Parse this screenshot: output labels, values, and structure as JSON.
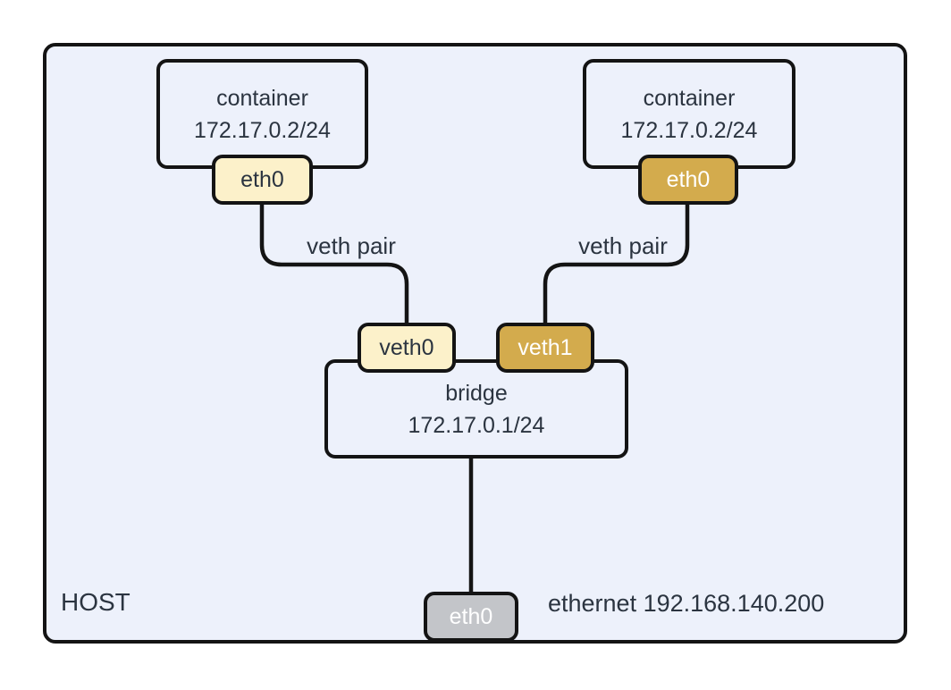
{
  "diagram": {
    "host": {
      "label": "HOST",
      "iface": "eth0",
      "ethernet_text": "ethernet 192.168.140.200"
    },
    "containers": [
      {
        "title": "container",
        "ip": "172.17.0.2/24",
        "iface": "eth0",
        "variant": "cream"
      },
      {
        "title": "container",
        "ip": "172.17.0.2/24",
        "iface": "eth0",
        "variant": "gold"
      }
    ],
    "bridge": {
      "title": "bridge",
      "ip": "172.17.0.1/24",
      "ports": [
        {
          "label": "veth0",
          "variant": "cream"
        },
        {
          "label": "veth1",
          "variant": "gold"
        }
      ]
    },
    "veth_pair_labels": {
      "left": "veth pair",
      "right": "veth pair"
    },
    "colors": {
      "cream": "#fcf1ca",
      "gold": "#d3ab4d",
      "gray": "#c3c5c9",
      "bg": "#edf1fb",
      "stroke": "#141414",
      "text": "#2b3440"
    }
  }
}
